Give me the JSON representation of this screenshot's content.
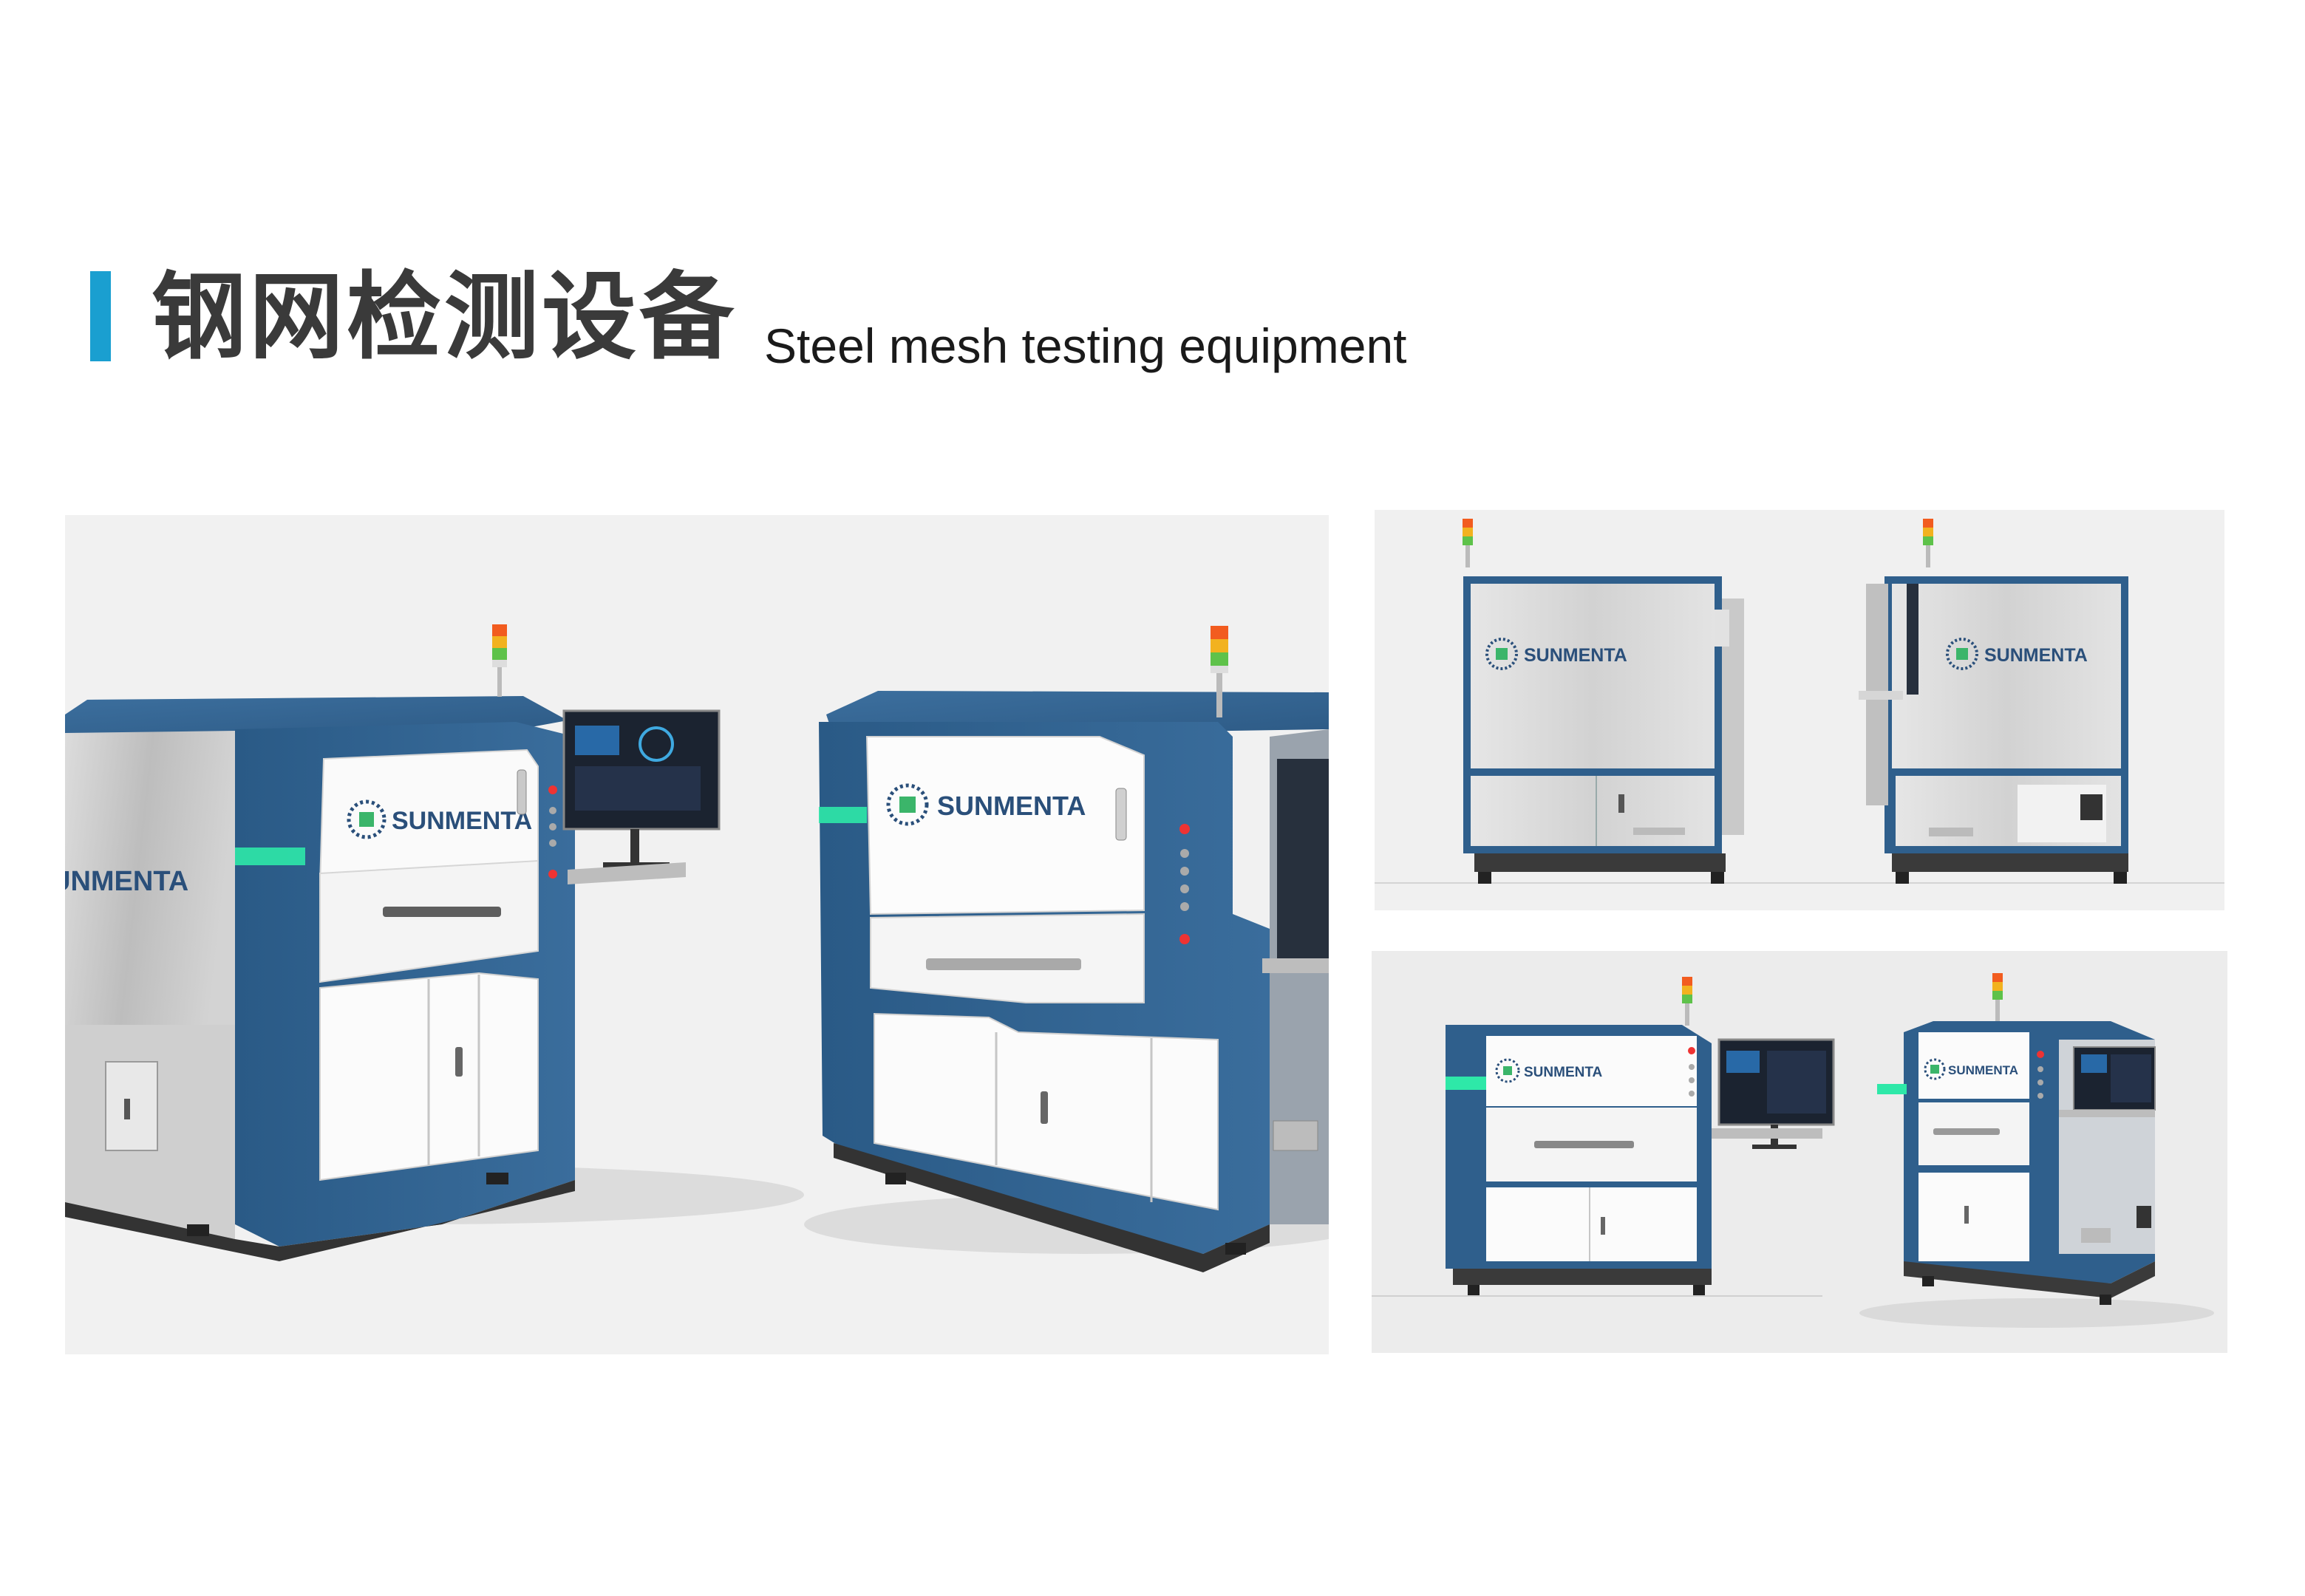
{
  "header": {
    "title_zh": "钢网检测设备",
    "title_en": "Steel mesh testing equipment",
    "accent_color": "#1a9fd0"
  },
  "product": {
    "brand_logo_text": "SUNMENTA",
    "body_color": "#2f5f8c",
    "panel_color": "#ffffff",
    "led_strip_color": "#2ee8a8",
    "views": [
      "perspective-left-right",
      "front-and-back",
      "front-and-three-quarter"
    ]
  }
}
